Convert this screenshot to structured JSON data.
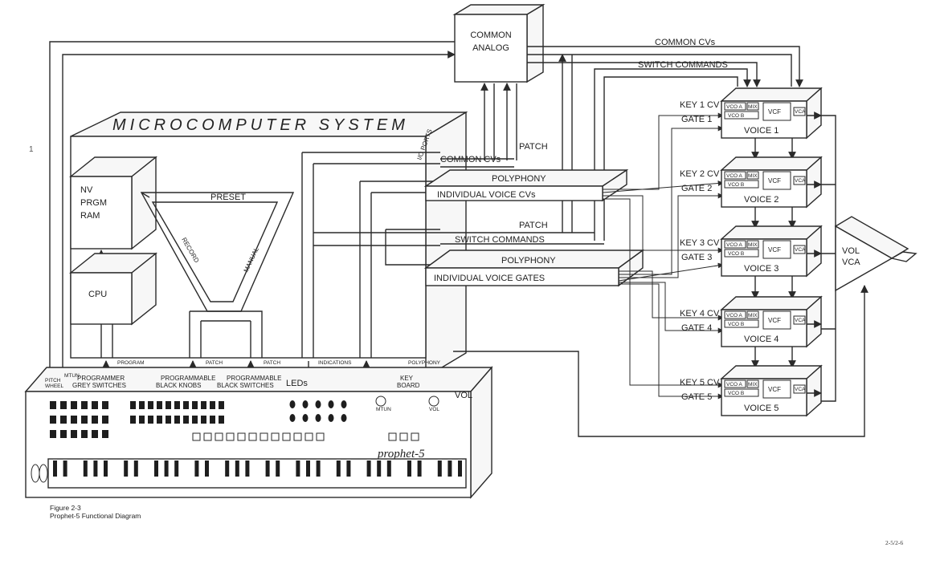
{
  "figure": {
    "number": "Figure 2-3",
    "title": "Prophet-5 Functional Diagram",
    "page_number": "2-5/2-6",
    "margin_mark": "1"
  },
  "blocks": {
    "common_analog": [
      "COMMON",
      "ANALOG"
    ],
    "microcomputer": "MICROCOMPUTER SYSTEM",
    "io_ports": "I/O PORTS",
    "nv_ram": [
      "NV",
      "PRGM",
      "RAM"
    ],
    "cpu": "CPU",
    "preset": "PRESET",
    "record": "RECORD",
    "manual": "MANUAL",
    "vol_vca": [
      "VOL",
      "VCA"
    ]
  },
  "buses": {
    "common_cvs": "COMMON CVs",
    "switch_commands": "SWITCH COMMANDS",
    "patch": "PATCH",
    "polyphony": "POLYPHONY",
    "individual_voice_cvs": "INDIVIDUAL VOICE CVs",
    "individual_voice_gates": "INDIVIDUAL VOICE GATES"
  },
  "voices": [
    {
      "name": "VOICE 1",
      "key": "KEY 1 CV",
      "gate": "GATE 1"
    },
    {
      "name": "VOICE 2",
      "key": "KEY 2 CV",
      "gate": "GATE 2"
    },
    {
      "name": "VOICE 3",
      "key": "KEY 3 CV",
      "gate": "GATE 3"
    },
    {
      "name": "VOICE 4",
      "key": "KEY 4 CV",
      "gate": "GATE 4"
    },
    {
      "name": "VOICE 5",
      "key": "KEY 5 CV",
      "gate": "GATE 5"
    }
  ],
  "voice_modules": {
    "vco_a": "VCO A",
    "vco_b": "VCO B",
    "mix": "MIX",
    "vcf": "VCF",
    "vca": "VCA"
  },
  "keyboard_links": {
    "program": "PROGRAM",
    "patch_knobs": "PATCH",
    "patch_switches": "PATCH",
    "indications": "INDICATIONS",
    "polyphony": "POLYPHONY"
  },
  "panel_labels": {
    "wheels": [
      "PITCH",
      "WHEEL"
    ],
    "mtun_top": "MTUN",
    "grey_switches": [
      "PROGRAMMER",
      "GREY SWITCHES"
    ],
    "black_knobs": [
      "PROGRAMMABLE",
      "BLACK KNOBS"
    ],
    "black_switches": [
      "PROGRAMMABLE",
      "BLACK SWITCHES"
    ],
    "leds": "LEDs",
    "keyboard": [
      "KEY",
      "BOARD"
    ],
    "vol": "VOL",
    "mtun": "MTUN",
    "vol_small": "VOL",
    "brand": "prophet-5"
  }
}
